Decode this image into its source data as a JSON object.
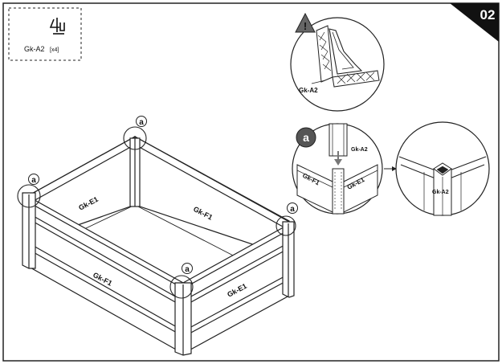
{
  "step": {
    "number": "02"
  },
  "parts_box": {
    "part_name": "Gk-A2",
    "quantity": "[x4]",
    "icon": "corner-connector-icon"
  },
  "main_view": {
    "corner_marker": "a",
    "panel_labels": {
      "back_short": "Gk-E1",
      "back_long": "Gk-F1",
      "front_long": "Gk-F1",
      "front_short": "Gk-E1"
    }
  },
  "detail_warning": {
    "icon": "warning-triangle-icon",
    "part_label": "Gk-A2"
  },
  "detail_a": {
    "badge": "a",
    "connector_label": "Gk-A2",
    "left_panel": "Gk-F1",
    "right_panel": "Gk-E1"
  },
  "detail_result": {
    "connector_label": "Gk-A2"
  },
  "colors": {
    "line": "#222222",
    "badge": "#555555",
    "step_bg": "#111111",
    "warning": "#666666"
  }
}
